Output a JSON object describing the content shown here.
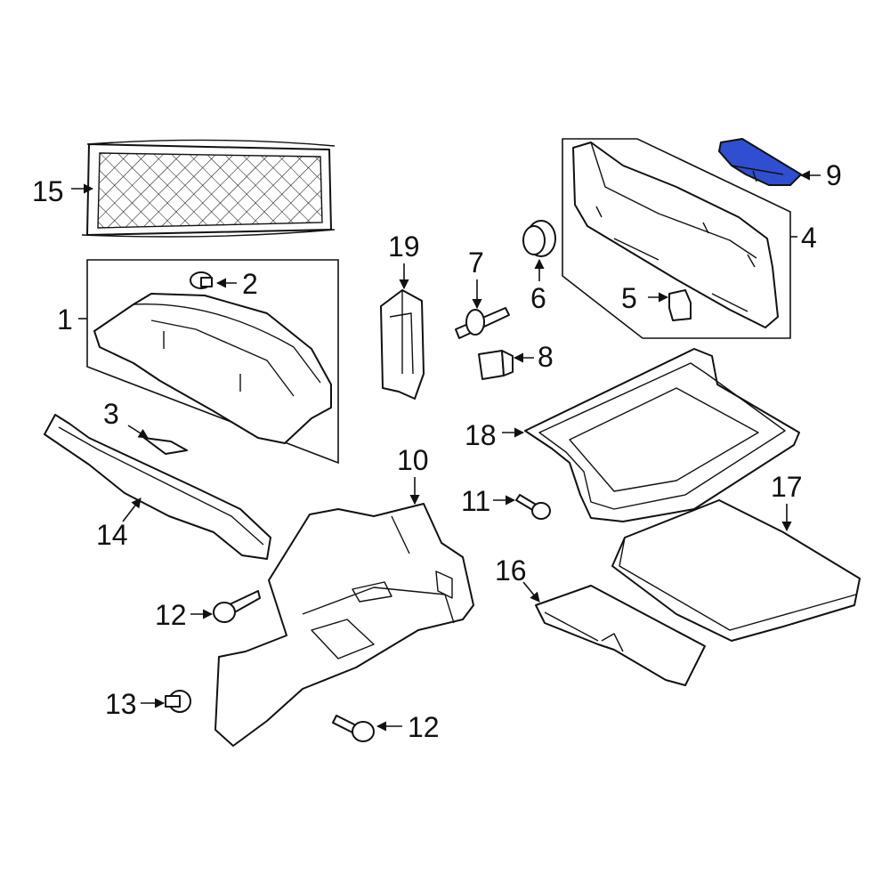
{
  "diagram": {
    "highlight_color": "#2f4fd0",
    "highlighted_part": "9",
    "callouts": {
      "c1": "1",
      "c2": "2",
      "c3": "3",
      "c4": "4",
      "c5": "5",
      "c6": "6",
      "c7": "7",
      "c8": "8",
      "c9": "9",
      "c10": "10",
      "c11": "11",
      "c12a": "12",
      "c12b": "12",
      "c13": "13",
      "c14": "14",
      "c15": "15",
      "c16": "16",
      "c17": "17",
      "c18": "18",
      "c19": "19"
    }
  }
}
